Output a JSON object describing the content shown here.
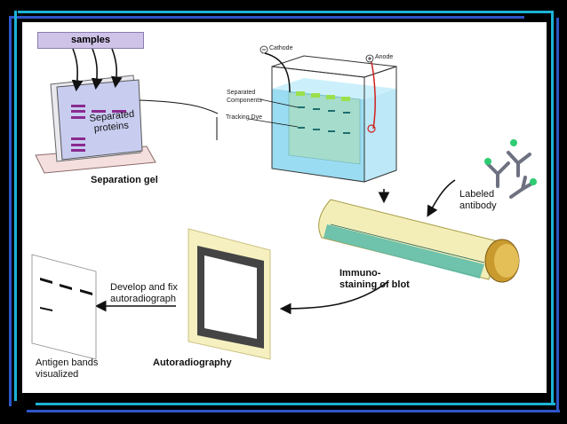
{
  "labels": {
    "samples": "samples",
    "separated_proteins_line1": "Separated",
    "separated_proteins_line2": "proteins",
    "separation_gel": "Separation gel",
    "cathode": "Cathode",
    "anode": "Anode",
    "separated_components_line1": "Separated",
    "separated_components_line2": "Components",
    "tracking_dye": "Tracking Dye",
    "labeled_antibody_line1": "Labeled",
    "labeled_antibody_line2": "antibody",
    "immunostaining_line1": "Immuno-",
    "immunostaining_line2": "staining of blot",
    "develop_line1": "Develop and fix",
    "develop_line2": "autoradiograph",
    "autoradiography": "Autoradiography",
    "antigen_line1": "Antigen bands",
    "antigen_line2": "visualized"
  },
  "colors": {
    "background": "#000000",
    "slide": "#ffffff",
    "frame_cyan": "#1bb3d6",
    "frame_blue": "#2f56c8",
    "gel_purple": "#8a2a8f",
    "buffer_blue": "#7fd3ee",
    "tube_yellow": "#e8d878",
    "tube_cap": "#c99a2e",
    "membrane_teal": "#4db7a8",
    "antibody_gray": "#6e7180",
    "antibody_tag": "#2ecc71",
    "film_border": "#444444",
    "film_cream": "#f6f0c0"
  }
}
